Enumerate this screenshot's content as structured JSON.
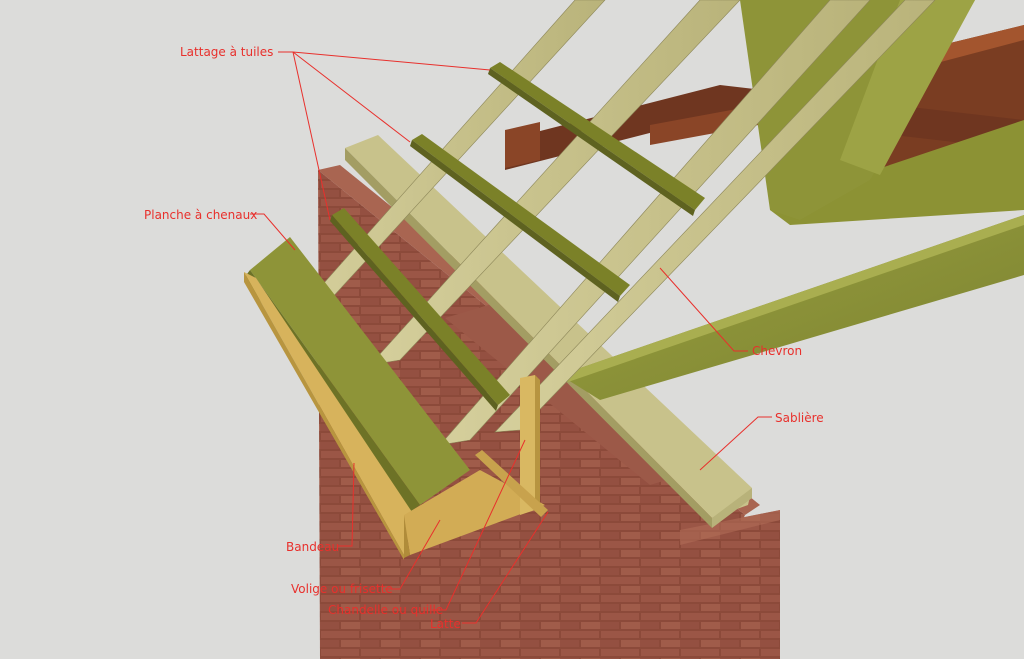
{
  "labels": {
    "lattage": "Lattage à tuiles",
    "planche": "Planche à chenaux",
    "chevron": "Chevron",
    "sabliere": "Sablière",
    "bandeau": "Bandeau",
    "volige": "Volige ou frisette",
    "chandelle": "Chandelle ou quille",
    "latte": "Latte"
  },
  "colors": {
    "background": "#dcdcda",
    "label_text": "#e8302c",
    "leader_line": "#e8302c",
    "brick": "#8c4a3a",
    "timber_light": "#c9c48c",
    "timber_green": "#8e9438",
    "timber_dark": "#6b6f22",
    "rafter": "#b7b07a",
    "beam_brown": "#7a3d22",
    "plywood": "#d7b35c"
  }
}
